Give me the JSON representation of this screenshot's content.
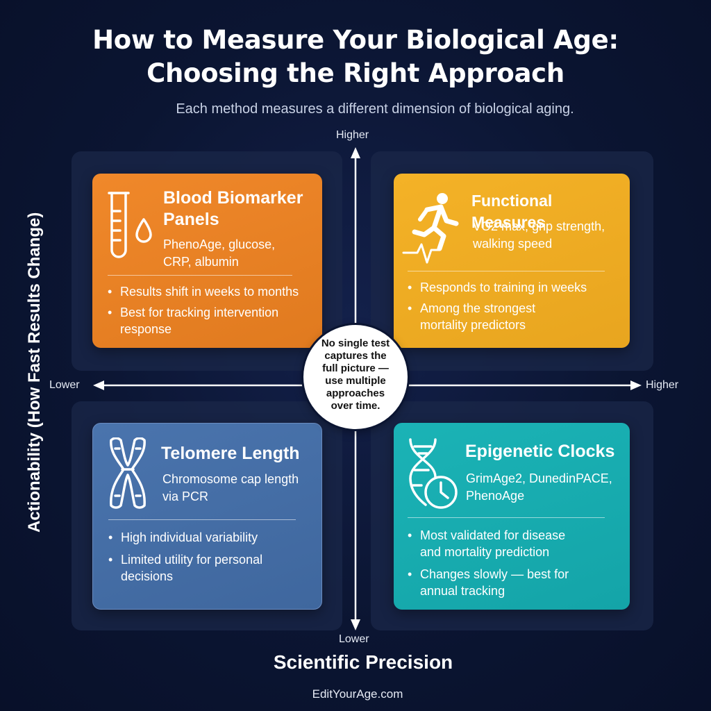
{
  "title_line1": "How to Measure Your Biological Age:",
  "title_line2": "Choosing the Right Approach",
  "subtitle": "Each method measures a different dimension of biological aging.",
  "axes": {
    "y_title": "Actionability (How Fast Results Change)",
    "x_title": "Scientific Precision",
    "top": "Higher",
    "bottom": "Lower",
    "left": "Lower",
    "right": "Higher"
  },
  "quadrants": {
    "blood": {
      "title_line1": "Blood Biomarker",
      "title_line2": "Panels",
      "sub_line1": "PhenoAge, glucose,",
      "sub_line2": "CRP, albumin",
      "bullets": [
        [
          "Results shift in weeks to months"
        ],
        [
          "Best for tracking intervention",
          "response"
        ]
      ],
      "color": "#ee8528",
      "icon": "test-tube-drop-icon"
    },
    "functional": {
      "title_line1": "Functional Measures",
      "sub_line1": "VO2 max, grip strength,",
      "sub_line2": "walking speed",
      "bullets": [
        [
          "Responds to training in weeks"
        ],
        [
          "Among the strongest",
          "mortality predictors"
        ]
      ],
      "color": "#f2ae26",
      "icon": "runner-heartbeat-icon"
    },
    "telomere": {
      "title_line1": "Telomere Length",
      "sub_line1": "Chromosome cap length",
      "sub_line2": "via PCR",
      "bullets": [
        [
          "High individual variability"
        ],
        [
          "Limited utility for personal",
          "decisions"
        ]
      ],
      "color": "#4670a8",
      "icon": "chromosome-icon"
    },
    "epigenetic": {
      "title_line1": "Epigenetic Clocks",
      "sub_line1": "GrimAge2, DunedinPACE,",
      "sub_line2": "PhenoAge",
      "bullets": [
        [
          "Most validated for disease",
          "and mortality prediction"
        ],
        [
          "Changes slowly — best for",
          "annual tracking"
        ]
      ],
      "color": "#19afb2",
      "icon": "dna-clock-icon"
    }
  },
  "center_note": [
    "No single test",
    "captures the",
    "full picture —",
    "use multiple",
    "approaches",
    "over time."
  ],
  "footer": "EditYourAge.com"
}
